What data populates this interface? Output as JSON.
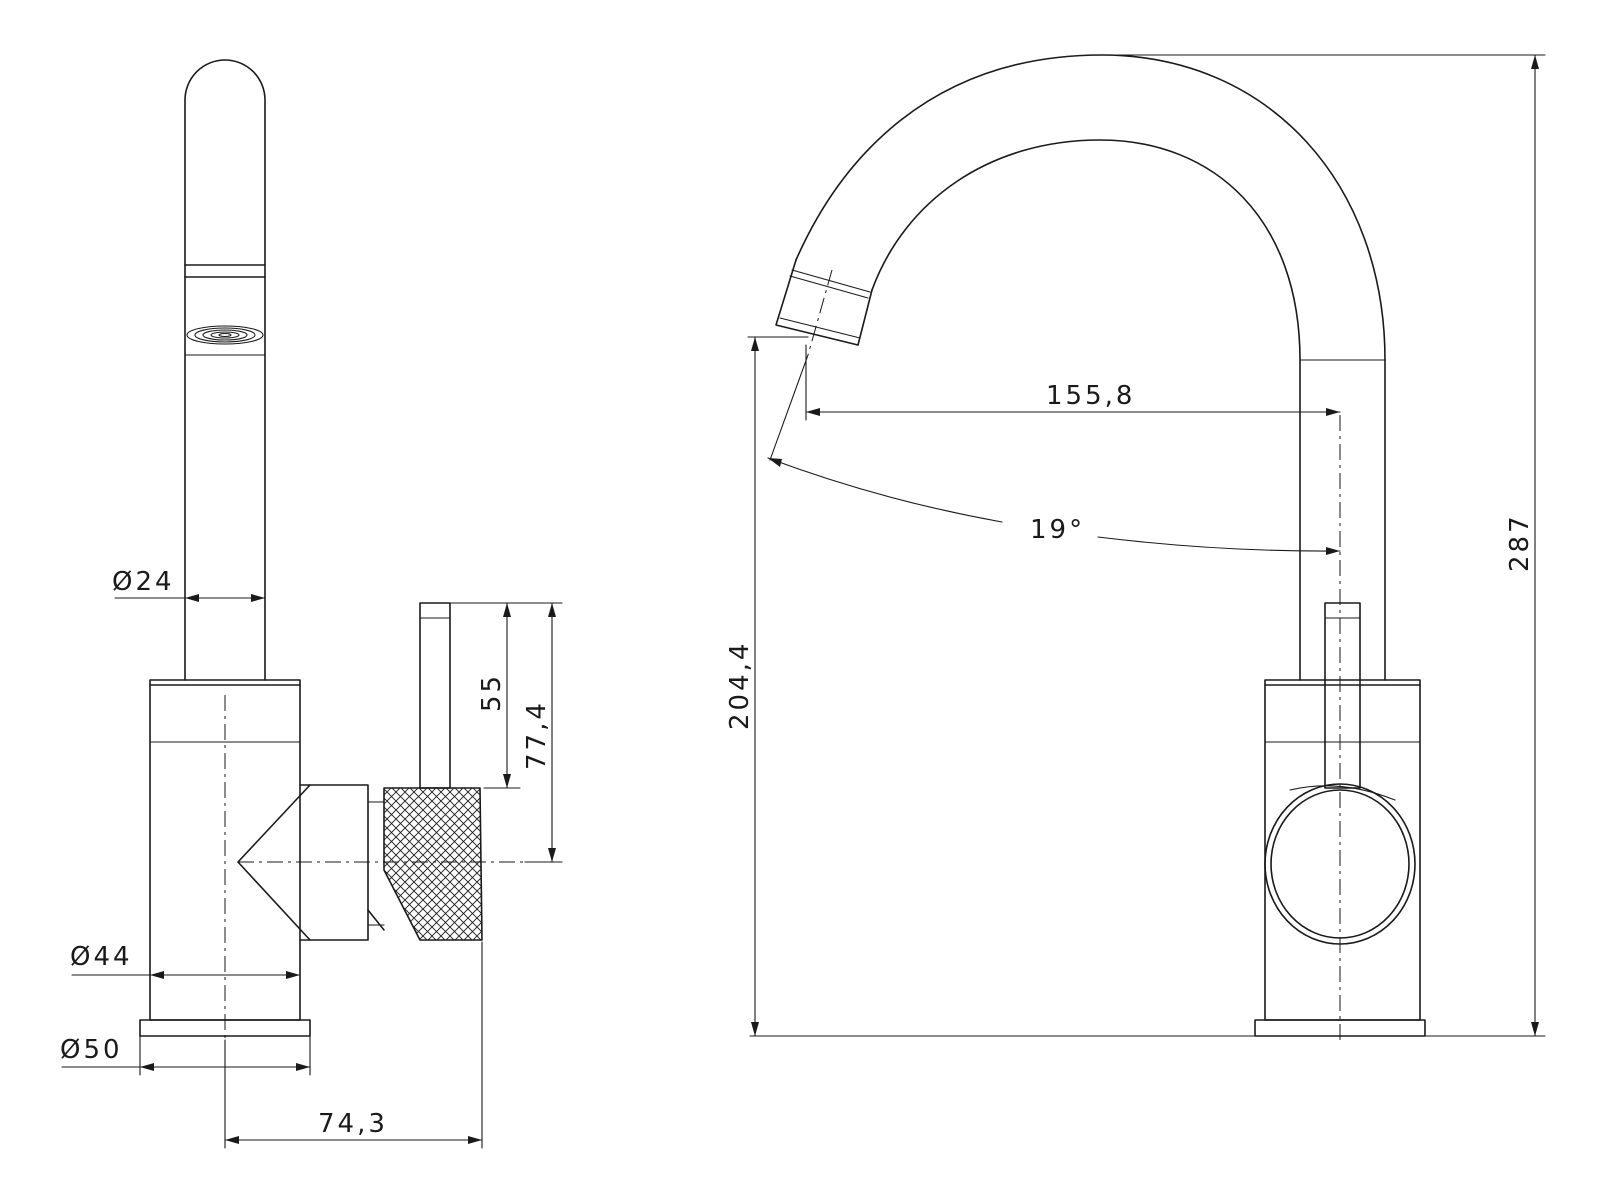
{
  "dimensions": {
    "spout_diameter": "Ø24",
    "body_diameter": "Ø44",
    "base_diameter": "Ø50",
    "handle_offset": "74,3",
    "lever_length": "55",
    "lever_height": "77,4",
    "spout_reach": "155,8",
    "spout_angle": "19°",
    "outlet_height": "204,4",
    "overall_height": "287"
  }
}
